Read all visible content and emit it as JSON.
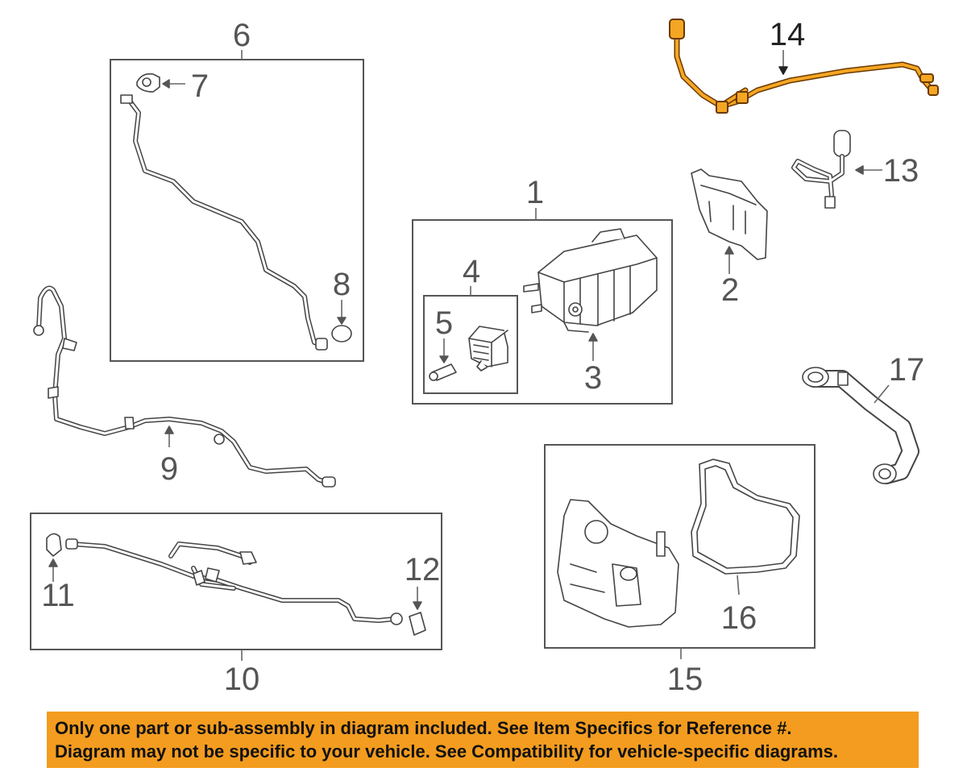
{
  "callouts": [
    "1",
    "2",
    "3",
    "4",
    "5",
    "6",
    "7",
    "8",
    "9",
    "10",
    "11",
    "12",
    "13",
    "14",
    "15",
    "16",
    "17"
  ],
  "banner": {
    "line1": "Only one part or sub-assembly in diagram included. See Item Specifics for Reference #.",
    "line2": "Diagram may not be specific to your vehicle. See Compatibility for vehicle-specific diagrams."
  },
  "colors": {
    "highlight": "#f5a623",
    "banner": "#f39c1f",
    "line_art": "#444444"
  }
}
